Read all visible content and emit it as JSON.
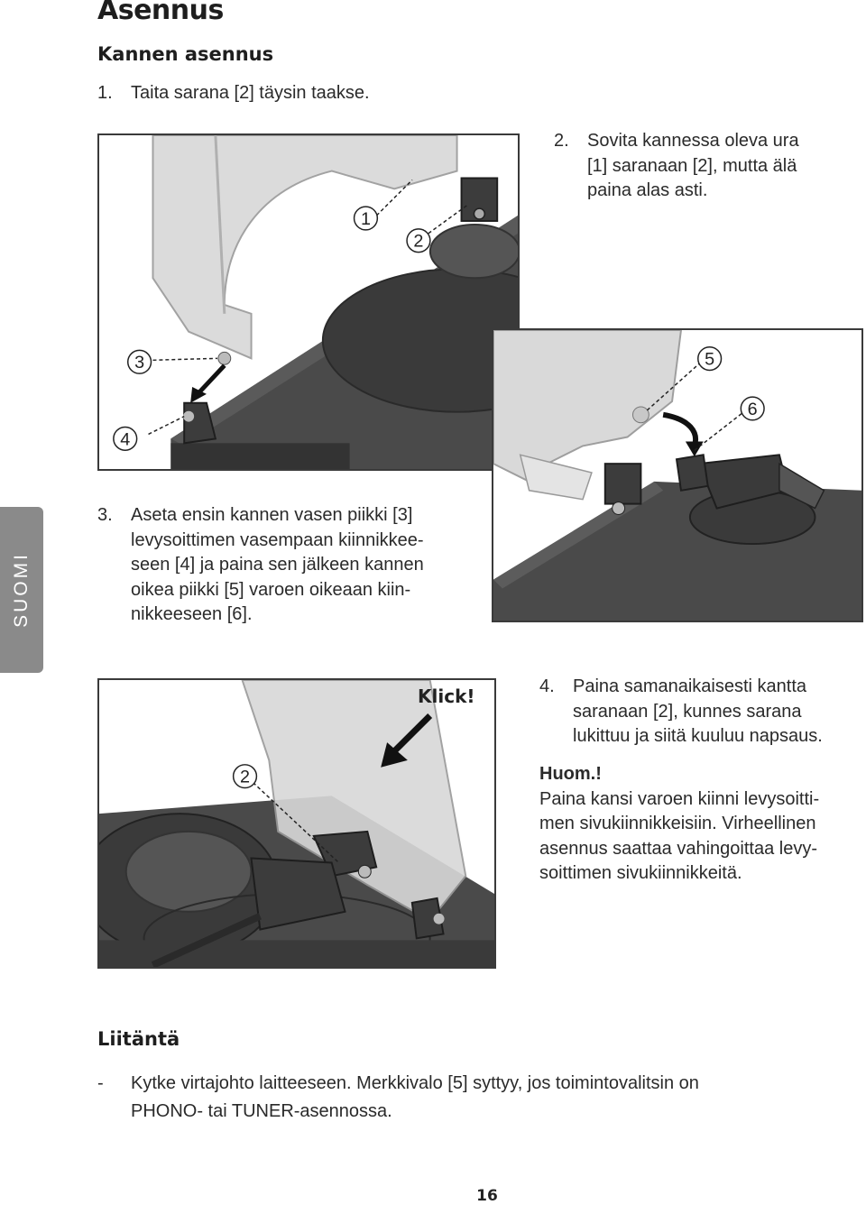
{
  "section": {
    "title": "Asennus",
    "subtitle": "Kannen asennus",
    "side_tab": "SUOMI"
  },
  "steps": [
    {
      "num": "1.",
      "text": "Taita sarana [2] täysin taakse."
    },
    {
      "num": "2.",
      "lines": [
        "Sovita kannessa oleva ura",
        "[1] saranaan [2], mutta älä",
        "paina alas asti."
      ]
    },
    {
      "num": "3.",
      "lines": [
        "Aseta ensin kannen vasen piikki [3]",
        "levysoittimen vasempaan kiinnikkee-",
        "seen [4] ja paina sen jälkeen kannen",
        "oikea piikki [5] varoen oikeaan kiin-",
        "nikkeeseen [6]."
      ]
    },
    {
      "num": "4.",
      "lines": [
        "Paina samanaikaisesti kantta",
        "saranaan [2], kunnes sarana",
        "lukittuu ja siitä kuuluu napsaus."
      ]
    }
  ],
  "note": {
    "title": "Huom.!",
    "lines": [
      "Paina kansi varoen kiinni levysoitti-",
      "men sivukiinnikkeisiin. Virheellinen",
      "asennus saattaa vahingoittaa levy-",
      "soittimen sivukiinnikkeitä."
    ]
  },
  "figures": {
    "fig1_callouts": [
      "1",
      "2",
      "3",
      "4"
    ],
    "fig2_callouts": [
      "5",
      "6"
    ],
    "fig3_callouts": [
      "2"
    ],
    "klick_label": "Klick!"
  },
  "connection": {
    "title": "Liitäntä",
    "dash": "-",
    "lines": [
      "Kytke virtajohto laitteeseen. Merkkivalo [5] syttyy, jos toimintovalitsin on",
      "PHONO- tai TUNER-asennossa."
    ]
  },
  "page_number": "16"
}
